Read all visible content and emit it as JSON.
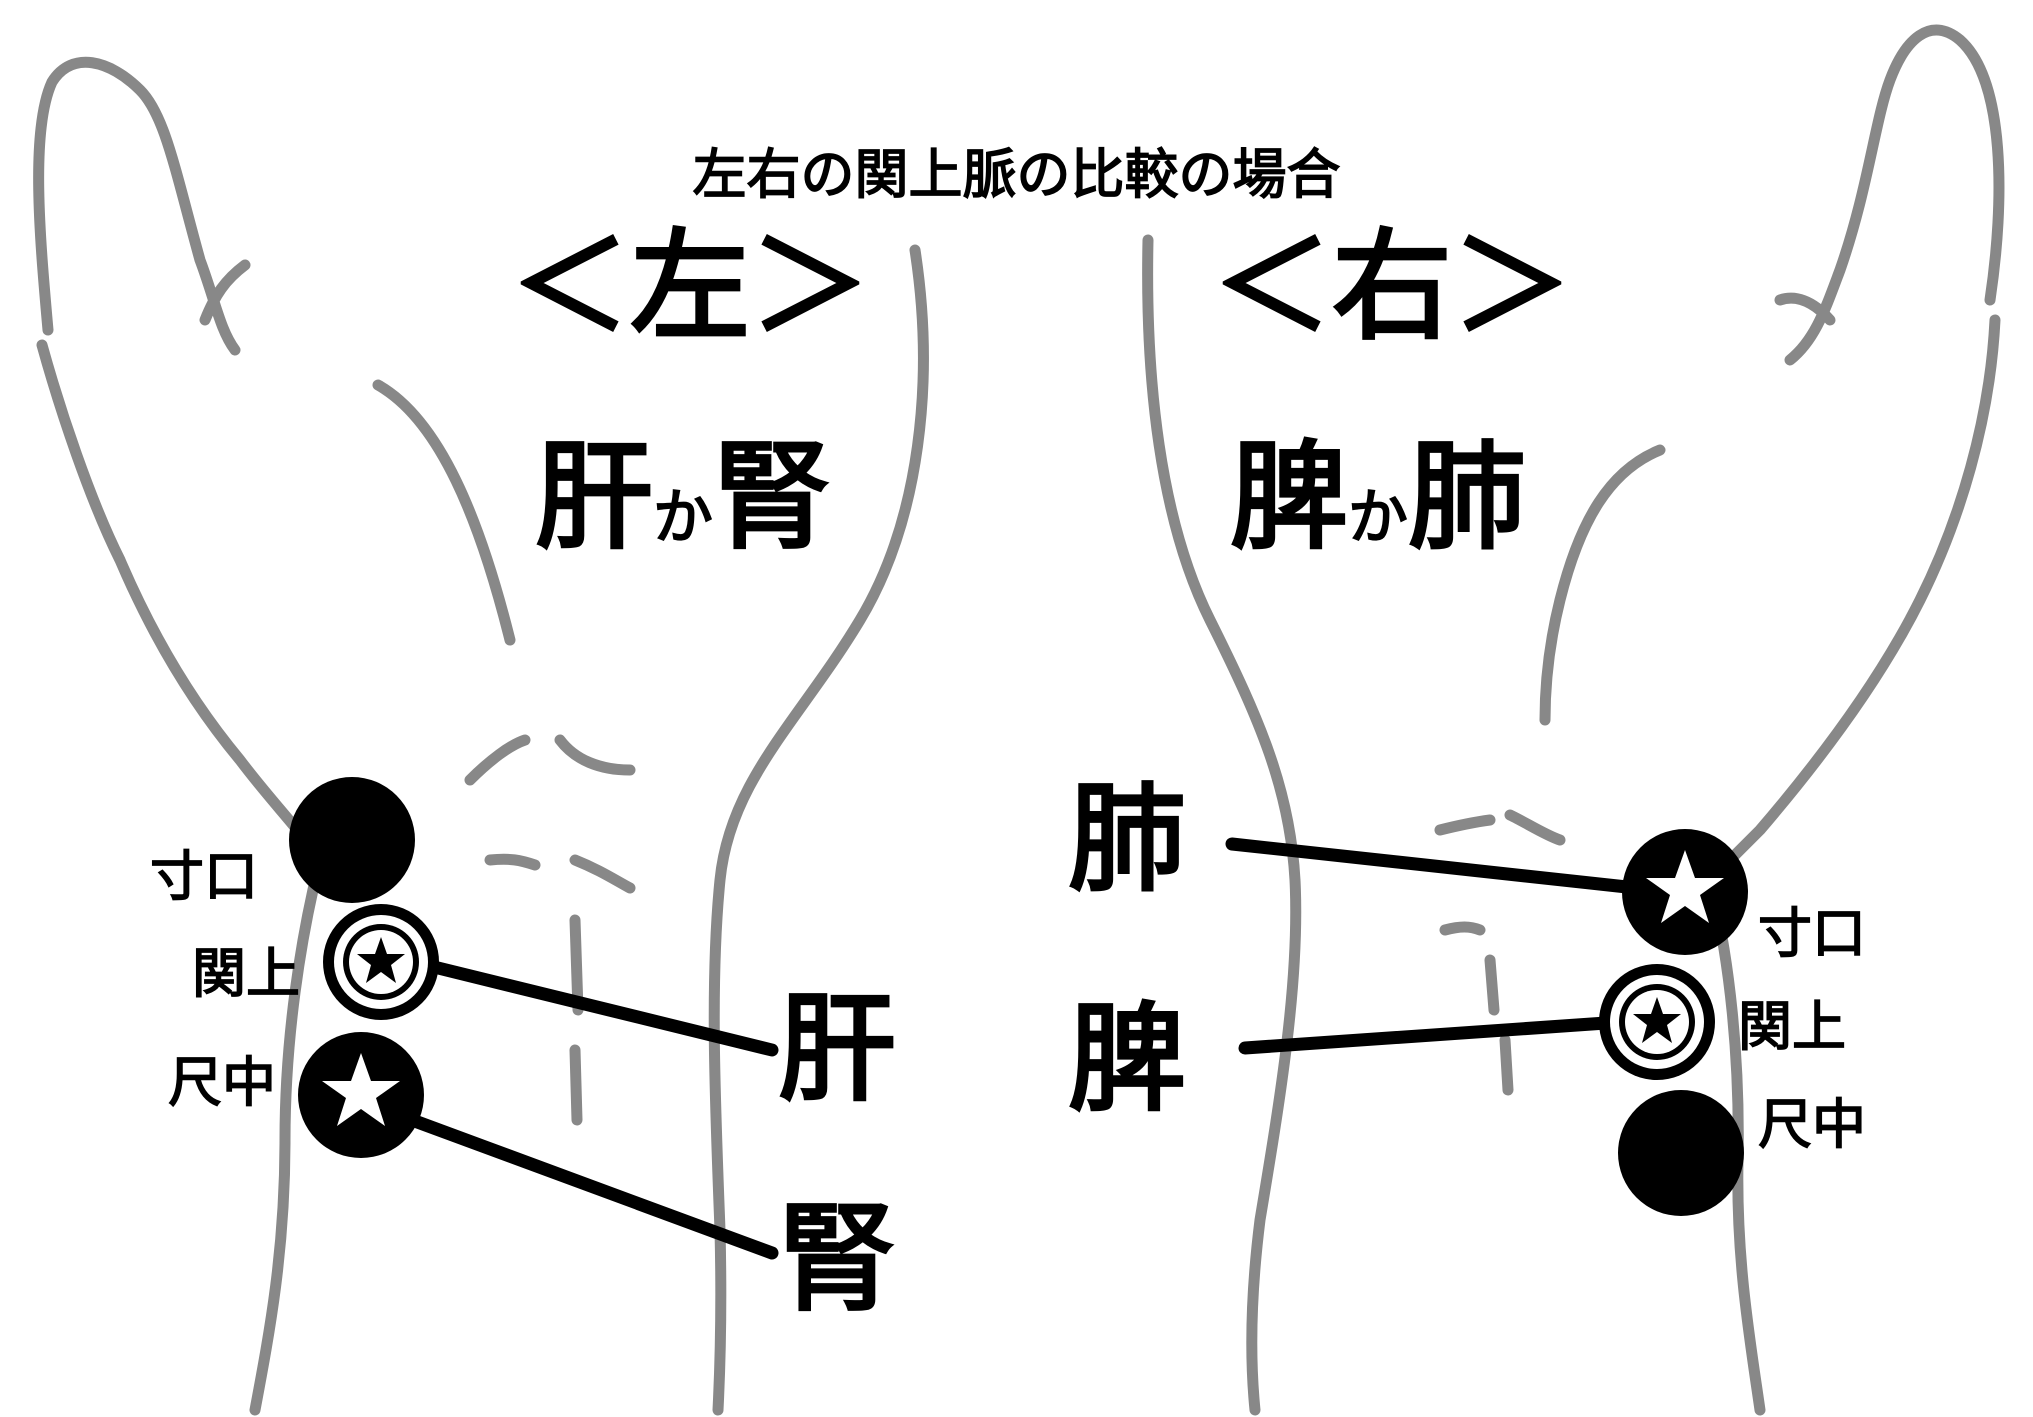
{
  "title": "左右の関上脈の比較の場合",
  "left": {
    "heading": "＜左＞",
    "organs": {
      "first": "肝",
      "connector": "か",
      "second": "腎"
    },
    "positions": {
      "cun": "寸口",
      "guan": "関上",
      "chi": "尺中"
    },
    "pointers": {
      "guan": "肝",
      "chi": "腎"
    }
  },
  "right": {
    "heading": "＜右＞",
    "organs": {
      "first": "脾",
      "connector": "か",
      "second": "肺"
    },
    "positions": {
      "cun": "寸口",
      "guan": "関上",
      "chi": "尺中"
    },
    "pointers": {
      "cun": "肺",
      "guan": "脾"
    }
  },
  "colors": {
    "outline": "#888888",
    "ink": "#000000",
    "background": "#ffffff"
  },
  "icons": {
    "plain": "filled-circle-icon",
    "star": "star-circle-icon",
    "double": "double-circle-star-icon"
  }
}
